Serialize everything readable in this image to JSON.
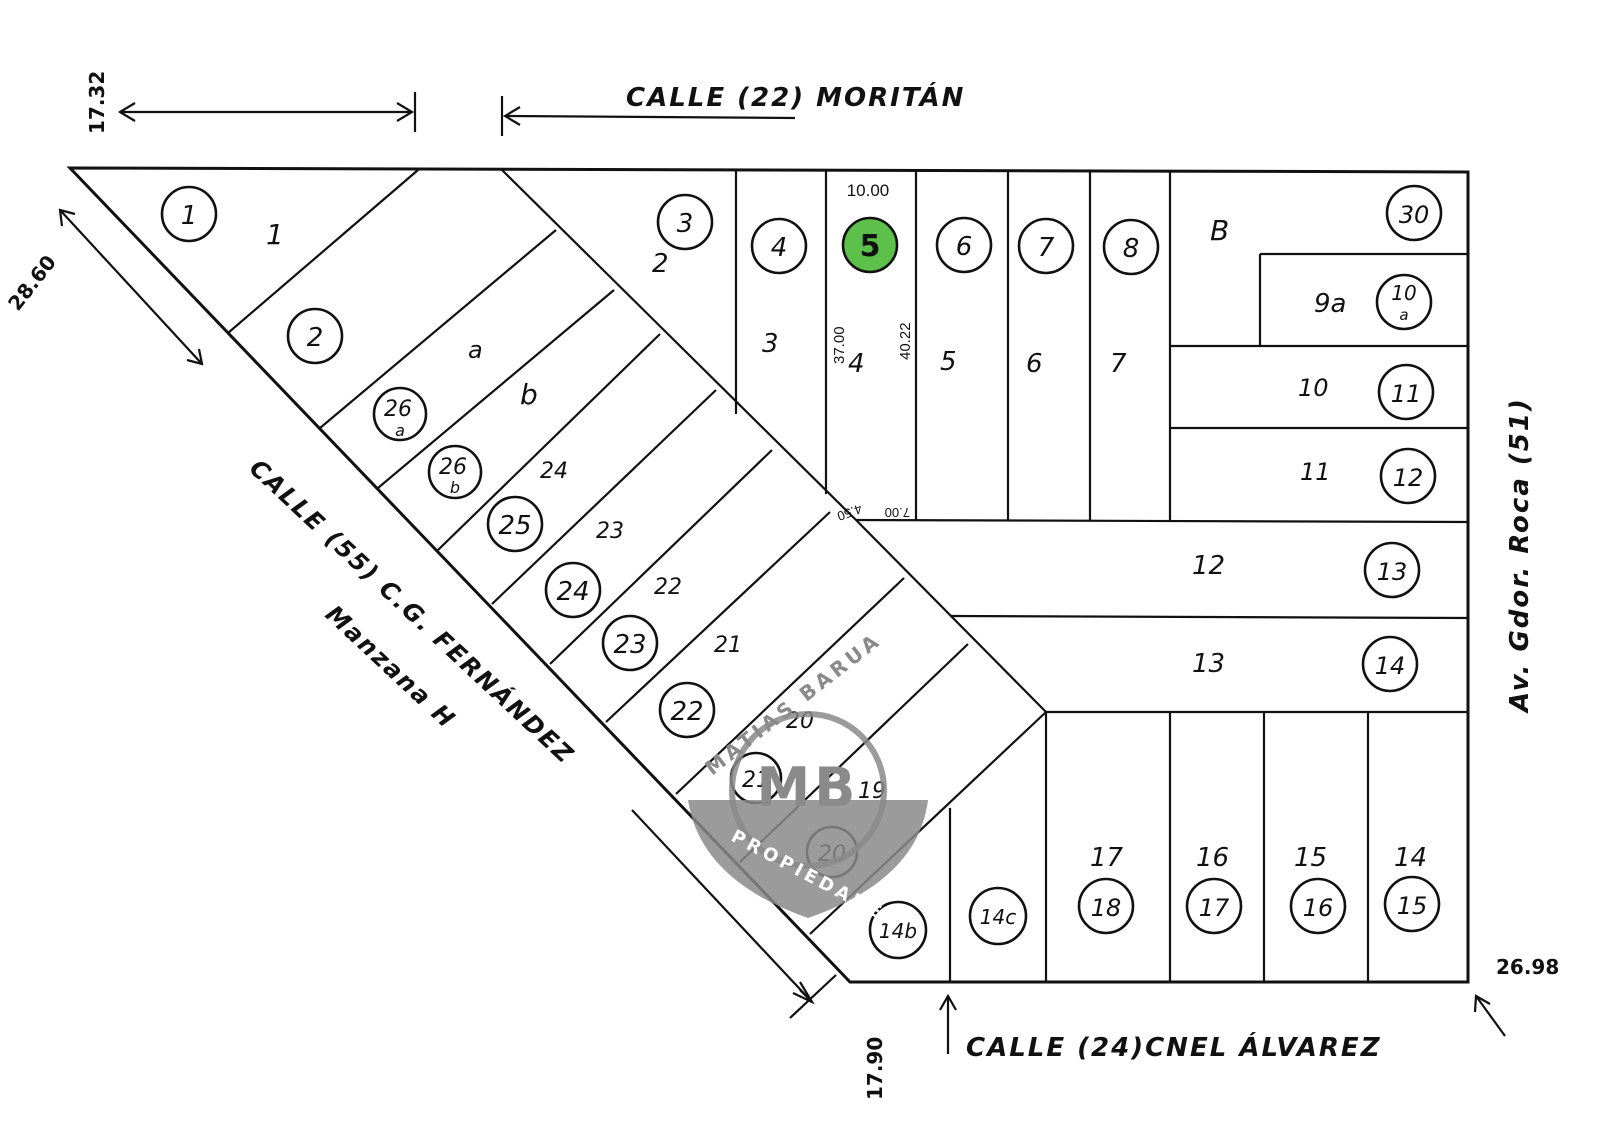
{
  "streets": {
    "north": "CALLE  (22)  MORITÁN",
    "west": "CALLE  (55) C.G. FERNÁNDEZ",
    "south": "CALLE  (24)CNEL ÁLVAREZ",
    "east": "Av. Gdor. Roca (51)"
  },
  "block_label": "Manzana H",
  "measures": {
    "top_left": "17.32",
    "left_side": "28.60",
    "bottom_left": "17.90",
    "bottom_right": "26.98",
    "lot5_front": "10.00",
    "lot5_left": "37.00",
    "lot5_right": "40.22",
    "lot5_back_a": "7.00",
    "lot5_back_b": "4.50"
  },
  "highlight": {
    "lot": "5",
    "color": "#5cc04a"
  },
  "circled_lots": [
    "1",
    "2",
    "26a",
    "26b",
    "25",
    "24",
    "23",
    "22",
    "21",
    "20",
    "14b",
    "14c",
    "3",
    "4",
    "5",
    "6",
    "7",
    "8",
    "30",
    "10a",
    "11",
    "12",
    "13",
    "14",
    "15",
    "16",
    "17",
    "18"
  ],
  "circled_labels": {
    "l1": "1",
    "l2": "2",
    "l26a": "26",
    "l26a_sub": "a",
    "l26b": "26",
    "l26b_sub": "b",
    "l25": "25",
    "l24": "24",
    "l23": "23",
    "l22": "22",
    "l21": "21",
    "l20": "20",
    "l14b": "14b",
    "l14c": "14c",
    "l3": "3",
    "l4": "4",
    "l5": "5",
    "l6": "6",
    "l7": "7",
    "l8": "8",
    "l30": "30",
    "l10a": "10",
    "l10a_sub": "a",
    "l11": "11",
    "l12": "12",
    "l13": "13",
    "l14": "14",
    "l15": "15",
    "l16": "16",
    "l17": "17",
    "l18": "18"
  },
  "parcel_labels": {
    "p1": "1",
    "p2": "2",
    "pa": "a",
    "pb": "b",
    "p24": "24",
    "p23": "23",
    "p22": "22",
    "p21": "21",
    "p20": "20",
    "p19": "19",
    "p3": "3",
    "p4": "4",
    "p5": "5",
    "p6": "6",
    "p7": "7",
    "pB": "B",
    "p9a": "9a",
    "p10": "10",
    "p11": "11",
    "p12": "12",
    "p13": "13",
    "p14": "14",
    "p15": "15",
    "p16": "16",
    "p17": "17"
  },
  "watermark": {
    "top": "MATIAS BARUA",
    "bottom": "PROPIEDADES"
  }
}
